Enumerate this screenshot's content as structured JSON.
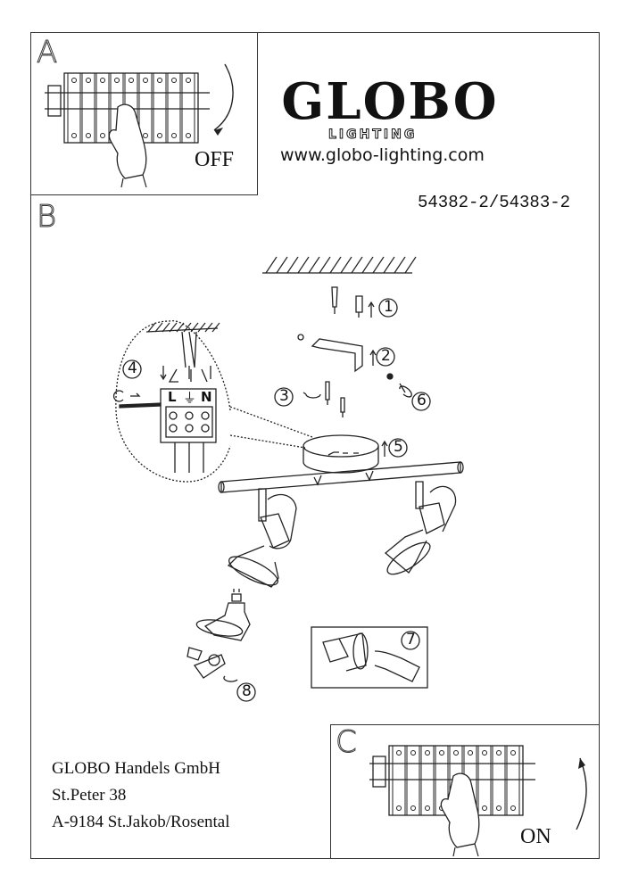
{
  "brand": {
    "name": "GLOBO",
    "sub": "LIGHTING",
    "website": "www.globo-lighting.com"
  },
  "model": "54382-2/54383-2",
  "panels": {
    "a": {
      "letter": "A",
      "switch_label": "OFF"
    },
    "b": {
      "letter": "B"
    },
    "c": {
      "letter": "C",
      "switch_label": "ON"
    }
  },
  "wiring": {
    "terminal_labels": [
      "L",
      "⏚",
      "N"
    ]
  },
  "steps": [
    "1",
    "2",
    "3",
    "4",
    "5",
    "6",
    "7",
    "8"
  ],
  "address": {
    "company": "GLOBO Handels GmbH",
    "street": "St.Peter 38",
    "city": "A-9184 St.Jakob/Rosental"
  }
}
